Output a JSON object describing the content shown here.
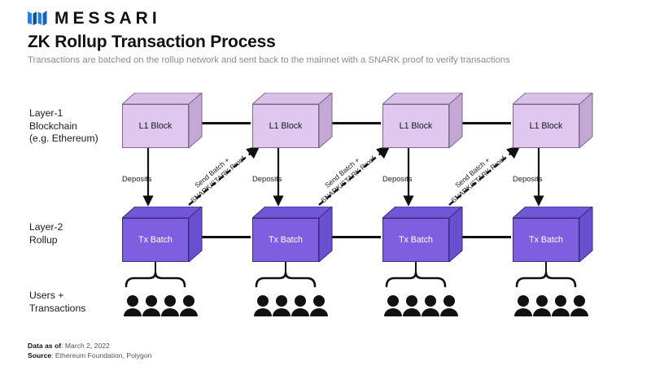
{
  "brand": {
    "logo_icon": "messari-bars-icon",
    "wordmark": "MESSARI",
    "accent_color": "#2a7de1",
    "dark_color": "#0f2740"
  },
  "header": {
    "title": "ZK Rollup Transaction Process",
    "subtitle": "Transactions are batched on the rollup network and sent back to the mainnet with a SNARK proof to verify transactions"
  },
  "rows": [
    {
      "id": "layer1",
      "label": "Layer-1\nBlockchain\n(e.g. Ethereum)",
      "line1": "Layer-1",
      "line2": "Blockchain",
      "line3": "(e.g. Ethereum)"
    },
    {
      "id": "layer2",
      "label": "Layer-2\nRollup",
      "line1": "Layer-2",
      "line2": "Rollup",
      "line3": ""
    },
    {
      "id": "users",
      "label": "Users +\nTransactions",
      "line1": "Users +",
      "line2": "Transactions",
      "line3": ""
    }
  ],
  "diagram": {
    "l1_blocks": [
      {
        "label": "L1 Block"
      },
      {
        "label": "L1 Block"
      },
      {
        "label": "L1 Block"
      },
      {
        "label": "L1 Block"
      }
    ],
    "l2_blocks": [
      {
        "label": "Tx Batch"
      },
      {
        "label": "Tx Batch"
      },
      {
        "label": "Tx Batch"
      },
      {
        "label": "Tx Batch"
      }
    ],
    "deposit_labels": [
      {
        "label": "Deposits"
      },
      {
        "label": "Deposits"
      },
      {
        "label": "Deposits"
      },
      {
        "label": "Deposits"
      }
    ],
    "proof_labels": [
      {
        "line1": "Send Batch +",
        "line2": "SNARK/STARK Proof"
      },
      {
        "line1": "Send Batch +",
        "line2": "SNARK/STARK Proof"
      },
      {
        "line1": "Send Batch +",
        "line2": "SNARK/STARK Proof"
      }
    ],
    "user_groups": [
      {
        "count": 4
      },
      {
        "count": 4
      },
      {
        "count": 4
      },
      {
        "count": 4
      }
    ],
    "colors": {
      "l1_front": "#e0c7ef",
      "l1_top": "#d9c0e8",
      "l1_side": "#c3a7d4",
      "l1_stroke": "#7b6a86",
      "l2_front": "#7e5fe0",
      "l2_top": "#7057d8",
      "l2_side": "#6a4fd0",
      "l2_stroke": "#3b2a7a",
      "connector": "#111111"
    }
  },
  "footer": {
    "data_as_of_label": "Data as of",
    "data_as_of_value": ": March 2, 2022",
    "source_label": "Source",
    "source_value": ": Ethereum Foundation, Polygon"
  }
}
